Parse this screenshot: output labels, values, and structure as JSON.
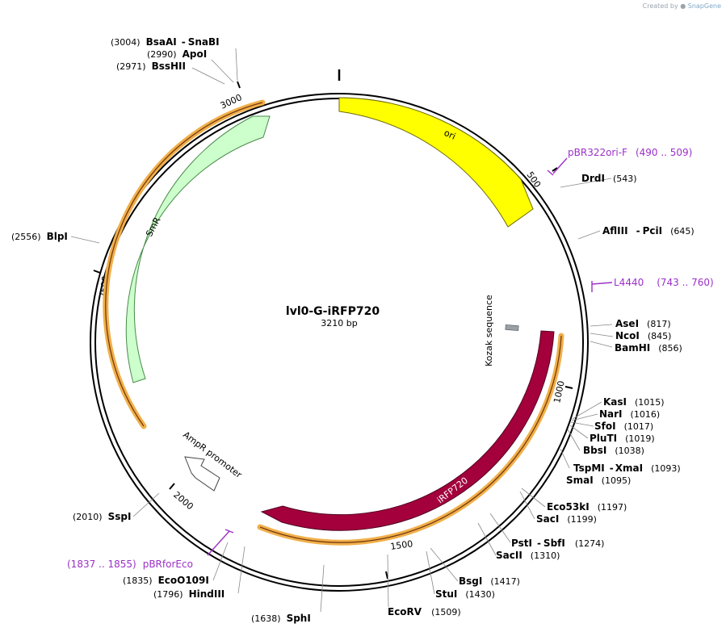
{
  "credit": {
    "prefix": "Created by",
    "brand": "SnapGene"
  },
  "plasmid": {
    "name": "lvl0-G-iRFP720",
    "length_label": "3210 bp"
  },
  "colors": {
    "backbone": "#000000",
    "ori": "#ffff00",
    "smr": "#ccffcc",
    "irfp": "#a3003c",
    "orange_strip": "#f0b04a",
    "primer": "#9b30c8",
    "kozak": "#9aa0a6"
  },
  "ticks": [
    "500",
    "1000",
    "1500",
    "2000",
    "2500",
    "3000"
  ],
  "features": {
    "ori": "ori",
    "irfp": "iRFP720",
    "smr": "SmR",
    "ampr": "AmpR promoter",
    "kozak": "Kozak sequence"
  },
  "sites": [
    {
      "pos": "(3004)",
      "name": "BsaAI",
      "name2": "SnaBI"
    },
    {
      "pos": "(2990)",
      "name": "ApoI"
    },
    {
      "pos": "(2971)",
      "name": "BssHII"
    },
    {
      "pos": "(543)",
      "name": "DrdI"
    },
    {
      "pos": "(645)",
      "name": "AflIII",
      "name2": "PciI"
    },
    {
      "pos": "(2556)",
      "name": "BlpI"
    },
    {
      "pos": "(817)",
      "name": "AseI"
    },
    {
      "pos": "(845)",
      "name": "NcoI"
    },
    {
      "pos": "(856)",
      "name": "BamHI"
    },
    {
      "pos": "(1015)",
      "name": "KasI"
    },
    {
      "pos": "(1016)",
      "name": "NarI"
    },
    {
      "pos": "(1017)",
      "name": "SfoI"
    },
    {
      "pos": "(1019)",
      "name": "PluTI"
    },
    {
      "pos": "(1038)",
      "name": "BbsI"
    },
    {
      "pos": "(1093)",
      "name": "TspMI",
      "name2": "XmaI"
    },
    {
      "pos": "(1095)",
      "name": "SmaI"
    },
    {
      "pos": "(1197)",
      "name": "Eco53kI"
    },
    {
      "pos": "(1199)",
      "name": "SacI"
    },
    {
      "pos": "(2010)",
      "name": "SspI"
    },
    {
      "pos": "(1274)",
      "name": "PstI",
      "name2": "SbfI"
    },
    {
      "pos": "(1310)",
      "name": "SacII"
    },
    {
      "pos": "(1417)",
      "name": "BsgI"
    },
    {
      "pos": "(1430)",
      "name": "StuI"
    },
    {
      "pos": "(1835)",
      "name": "EcoO109I"
    },
    {
      "pos": "(1796)",
      "name": "HindIII"
    },
    {
      "pos": "(1509)",
      "name": "EcoRV"
    },
    {
      "pos": "(1638)",
      "name": "SphI"
    }
  ],
  "primers": [
    {
      "name": "pBR322ori-F",
      "range": "(490 .. 509)"
    },
    {
      "name": "L4440",
      "range": "(743 .. 760)"
    },
    {
      "name": "pBRforEco",
      "range": "(1837 .. 1855)"
    }
  ]
}
